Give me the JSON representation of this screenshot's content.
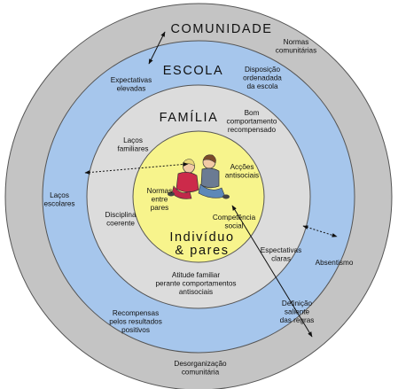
{
  "rings": {
    "community": {
      "title": "COMUNIDADE",
      "color": "#c4c4c4",
      "items": {
        "norms": [
          "Normas",
          "comunitárias"
        ],
        "disorganization": [
          "Desorganização",
          "comunitária"
        ]
      }
    },
    "school": {
      "title": "ESCOLA",
      "color": "#a6c6ec",
      "items": {
        "expectations": [
          "Expectativas",
          "elevadas"
        ],
        "disposition": [
          "Disposição",
          "ordenadada",
          "da escola"
        ],
        "bonds": [
          "Laços",
          "escolares"
        ],
        "absenteeism": [
          "Absentismo"
        ],
        "rewards": [
          "Recompensas",
          "pelos resultados",
          "positivos"
        ],
        "rules": [
          "Definição",
          "saliente",
          "das regras"
        ]
      }
    },
    "family": {
      "title": "FAMÍLIA",
      "color": "#dcdcdc",
      "items": {
        "good_behavior": [
          "Bom",
          "comportamento",
          "recompensado"
        ],
        "family_bonds": [
          "Laços",
          "familiares"
        ],
        "discipline": [
          "Disciplina",
          "coerente"
        ],
        "clear_expectations": [
          "Espectativas",
          "claras"
        ],
        "attitude": [
          "Atitude familiar",
          "perante comportamentos",
          "antisociais"
        ]
      }
    },
    "individual": {
      "title": [
        "Indivíduo",
        "& pares"
      ],
      "color": "#f7f48c",
      "items": {
        "peer_norms": [
          "Normas",
          "entre",
          "pares"
        ],
        "antisocial_actions": [
          "Acções",
          "antisociais"
        ],
        "competence": [
          "Competência",
          "social"
        ]
      }
    }
  },
  "colors": {
    "outline": "#555555",
    "text": "#111111",
    "background": "#ffffff"
  },
  "illustration": "two-children-sitting"
}
